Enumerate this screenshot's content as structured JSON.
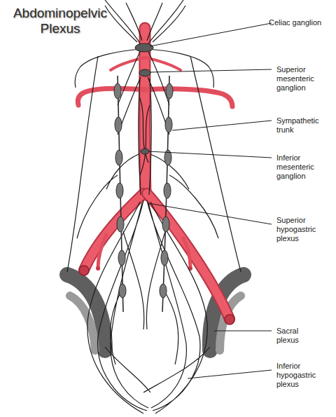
{
  "diagram": {
    "title": "Abdominopelvic Plexus",
    "labels": [
      "Celiac ganglion",
      "Superior mesenteric ganglion",
      "Sympathetic trunk",
      "Inferior mesenteric ganglion",
      "Superior hypogastric plexus",
      "Sacral plexus",
      "Inferior hypogastric plexus"
    ]
  }
}
